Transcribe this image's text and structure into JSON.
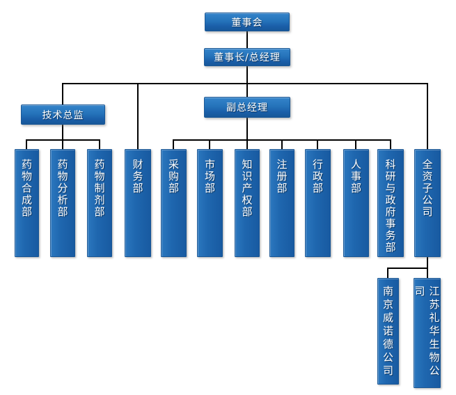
{
  "org_chart": {
    "root": {
      "label": "董事会"
    },
    "executive": {
      "label": "董事长/总经理"
    },
    "tech_director": {
      "label": "技术总监"
    },
    "deputy_gm": {
      "label": "副总经理"
    },
    "departments": [
      {
        "label": "药物合成部"
      },
      {
        "label": "药物分析部"
      },
      {
        "label": "药物制剂部"
      },
      {
        "label": "财务部"
      },
      {
        "label": "采购部"
      },
      {
        "label": "市场部"
      },
      {
        "label": "知识产权部"
      },
      {
        "label": "注册部"
      },
      {
        "label": "行政部"
      },
      {
        "label": "人事部"
      },
      {
        "label": "科研与政府事务部"
      },
      {
        "label": "全资子公司"
      }
    ],
    "subsidiaries": [
      {
        "label": "南京威诺德公司"
      },
      {
        "label": "江苏礼华生物公司"
      }
    ],
    "colors": {
      "node_fill_top": "#3484CA",
      "node_fill_bottom": "#175899",
      "node_border": "#1A5795",
      "connector": "#000000",
      "text": "#FFFFFF",
      "background": "#FFFFFF"
    }
  }
}
